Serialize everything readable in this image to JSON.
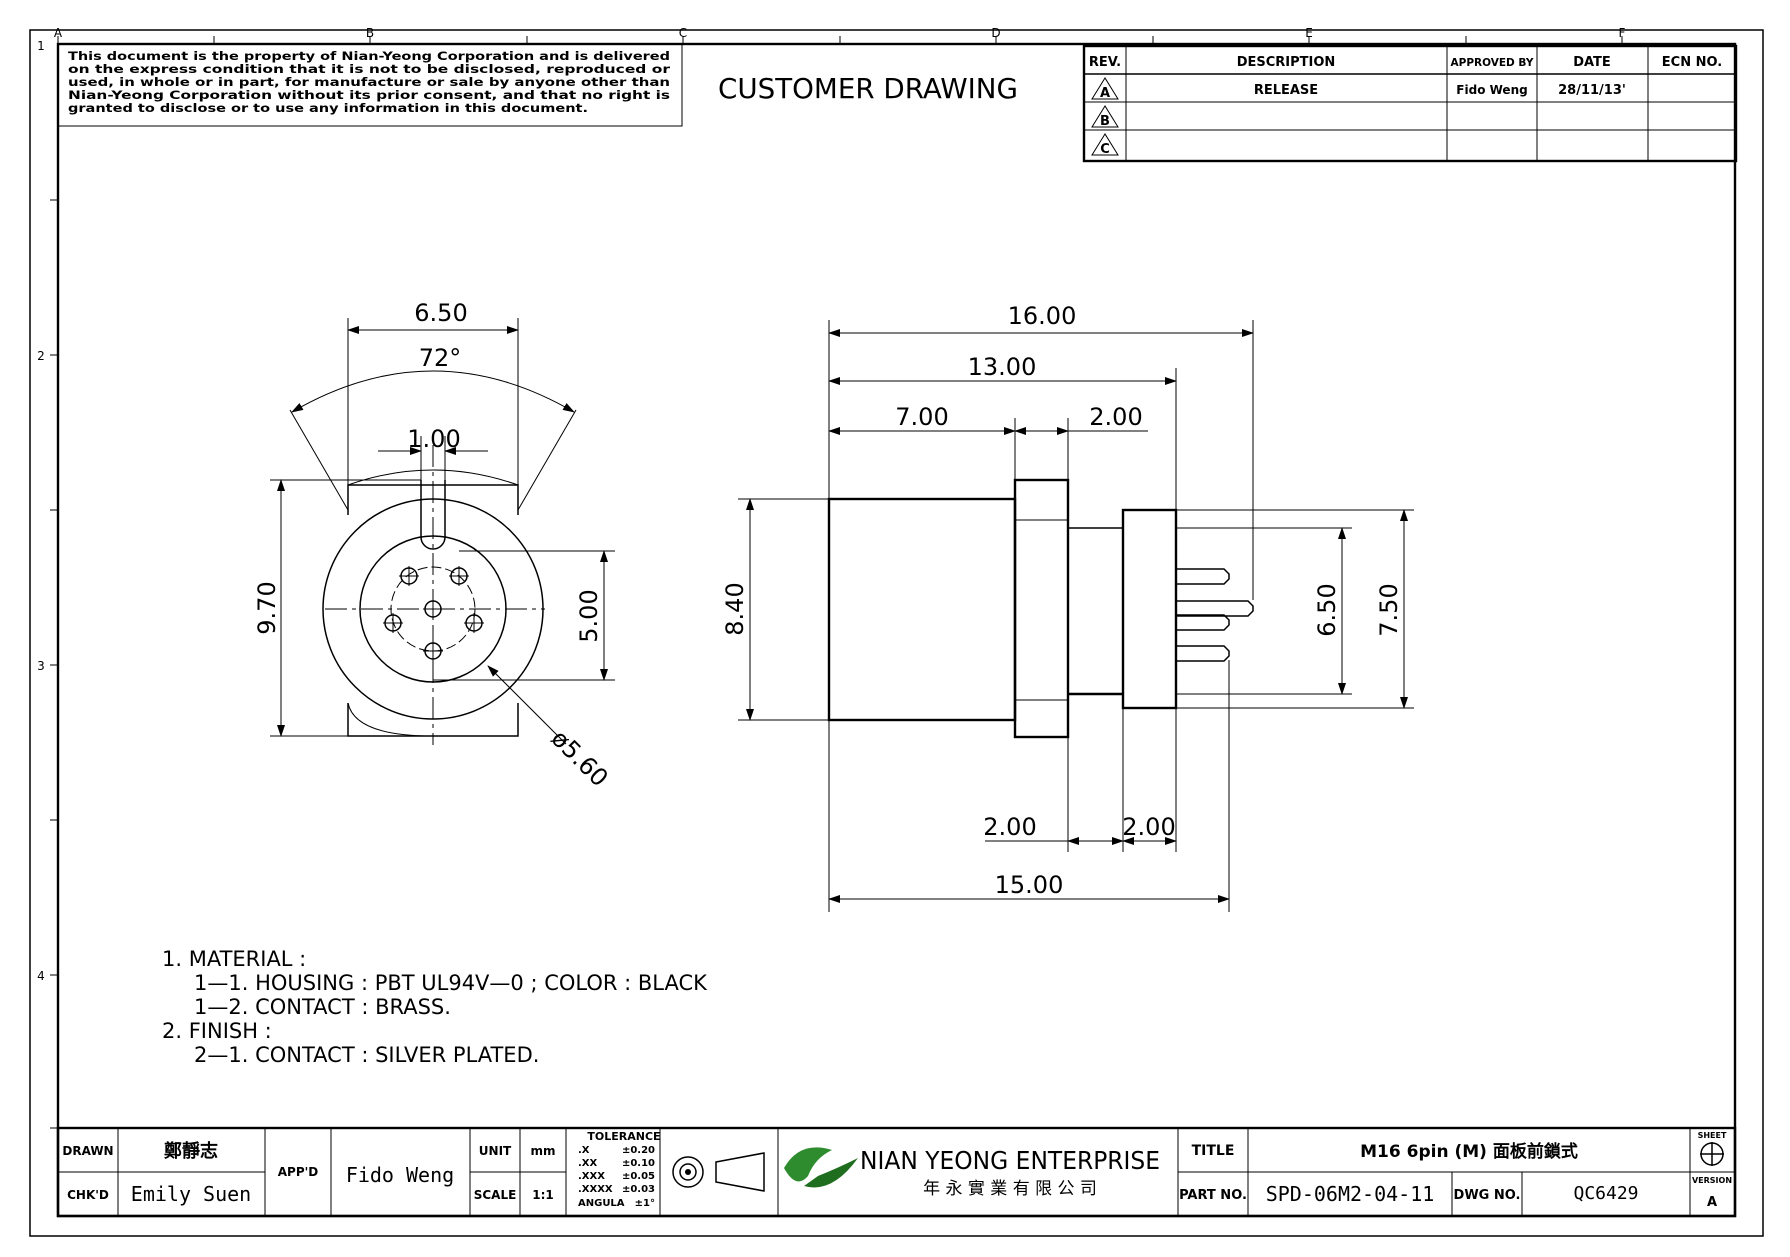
{
  "disclaimer": [
    "This document is the property of Nian-Yeong Corporation and is delivered",
    "on  the  express condition that it is not to be disclosed, reproduced or",
    "used, in whole or in part, for manufacture or sale by anyone other than",
    "Nian-Yeong Corporation without  its prior consent, and that  no right  is",
    "granted to disclose or to use any information in this  document."
  ],
  "heading": "CUSTOMER  DRAWING",
  "grid": {
    "columns": [
      "A",
      "B",
      "C",
      "D",
      "E",
      "F"
    ],
    "rows": [
      "1",
      "2",
      "3",
      "4"
    ]
  },
  "revision_table": {
    "headers": [
      "REV.",
      "DESCRIPTION",
      "APPROVED BY",
      "DATE",
      "ECN NO."
    ],
    "rows": [
      {
        "rev": "A",
        "description": "RELEASE",
        "approved": "Fido Weng",
        "date": "28/11/13'",
        "ecn": ""
      },
      {
        "rev": "B",
        "description": "",
        "approved": "",
        "date": "",
        "ecn": ""
      },
      {
        "rev": "C",
        "description": "",
        "approved": "",
        "date": "",
        "ecn": ""
      }
    ]
  },
  "front_view": {
    "width_dim": "6.50",
    "angle_dim": "72°",
    "key_dim": "1.00",
    "height_dim": "9.70",
    "pin_circle_dim": "5.00",
    "diameter_dim": "ø5.60"
  },
  "side_view": {
    "overall_dim": "16.00",
    "body_dim": "13.00",
    "front_dim": "7.00",
    "flange_dim": "2.00",
    "height_dim": "8.40",
    "inner_dim": "6.50",
    "outer_dim": "7.50",
    "gap_dim_1": "2.00",
    "gap_dim_2": "2.00",
    "base_dim": "15.00"
  },
  "notes": [
    "1.  MATERIAL  :",
    "1—1.  HOUSING  :  PBT  UL94V—0  ;  COLOR  :  BLACK",
    "1—2.  CONTACT     :  BRASS.",
    "2.  FINISH  :",
    "2—1.  CONTACT  :  SILVER  PLATED."
  ],
  "title_block": {
    "drawn_label": "DRAWN",
    "drawn_value": "鄭靜志",
    "chkd_label": "CHK'D",
    "chkd_value": "Emily  Suen",
    "appd_label": "APP'D",
    "appd_value": "Fido  Weng",
    "unit_label": "UNIT",
    "unit_value": "mm",
    "scale_label": "SCALE",
    "scale_value": "1:1",
    "tolerance_title": "TOLERANCE",
    "tolerance_rows": [
      [
        ".X",
        "±0.20"
      ],
      [
        ".XX",
        "±0.10"
      ],
      [
        ".XXX",
        "±0.05"
      ],
      [
        ".XXXX",
        "±0.03"
      ],
      [
        "ANGULA",
        "±1°"
      ]
    ],
    "company_name": "NIAN YEONG ENTERPRISE",
    "company_chinese": "年 永 實 業 有 限 公 司",
    "title_label": "TITLE",
    "title_value": "M16  6pin  (M)  面板前鎖式",
    "partno_label": "PART NO.",
    "partno_value": "SPD-06M2-04-11",
    "dwgno_label": "DWG NO.",
    "dwgno_value": "QC6429",
    "sheet_label": "SHEET",
    "version_label": "VERSION",
    "version_value": "A"
  }
}
